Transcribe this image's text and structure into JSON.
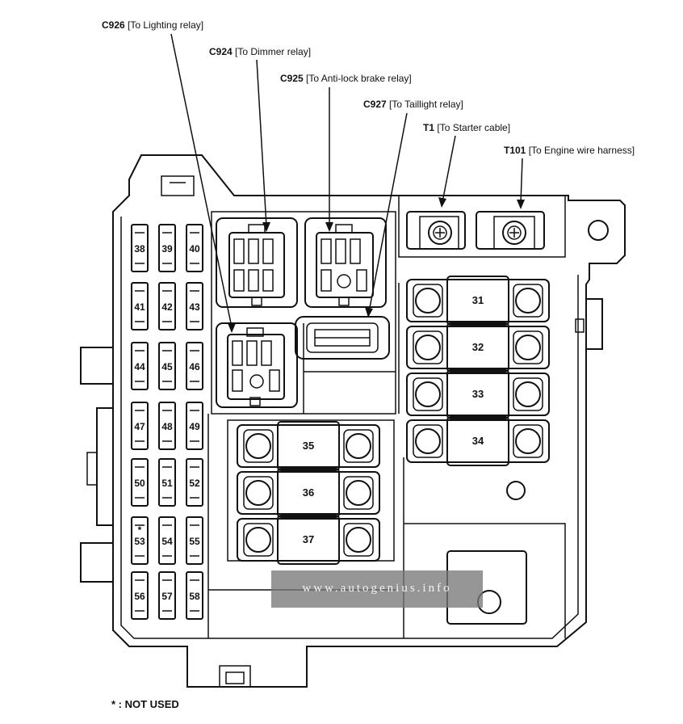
{
  "callouts": [
    {
      "code": "C926",
      "desc": "[To Lighting relay]"
    },
    {
      "code": "C924",
      "desc": "[To Dimmer relay]"
    },
    {
      "code": "C925",
      "desc": "[To Anti-lock brake relay]"
    },
    {
      "code": "C927",
      "desc": "[To Taillight relay]"
    },
    {
      "code": "T1",
      "desc": "[To Starter cable]"
    },
    {
      "code": "T101",
      "desc": "[To Engine wire harness]"
    }
  ],
  "small_fuses": [
    "38",
    "39",
    "40",
    "41",
    "42",
    "43",
    "44",
    "45",
    "46",
    "47",
    "48",
    "49",
    "50",
    "51",
    "52",
    "53",
    "54",
    "55",
    "56",
    "57",
    "58"
  ],
  "not_used_marker": "*",
  "large_fuses_right": [
    "31",
    "32",
    "33",
    "34"
  ],
  "large_fuses_left": [
    "35",
    "36",
    "37"
  ],
  "footnote": "* : NOT USED",
  "watermark": "www.autogenius.info"
}
